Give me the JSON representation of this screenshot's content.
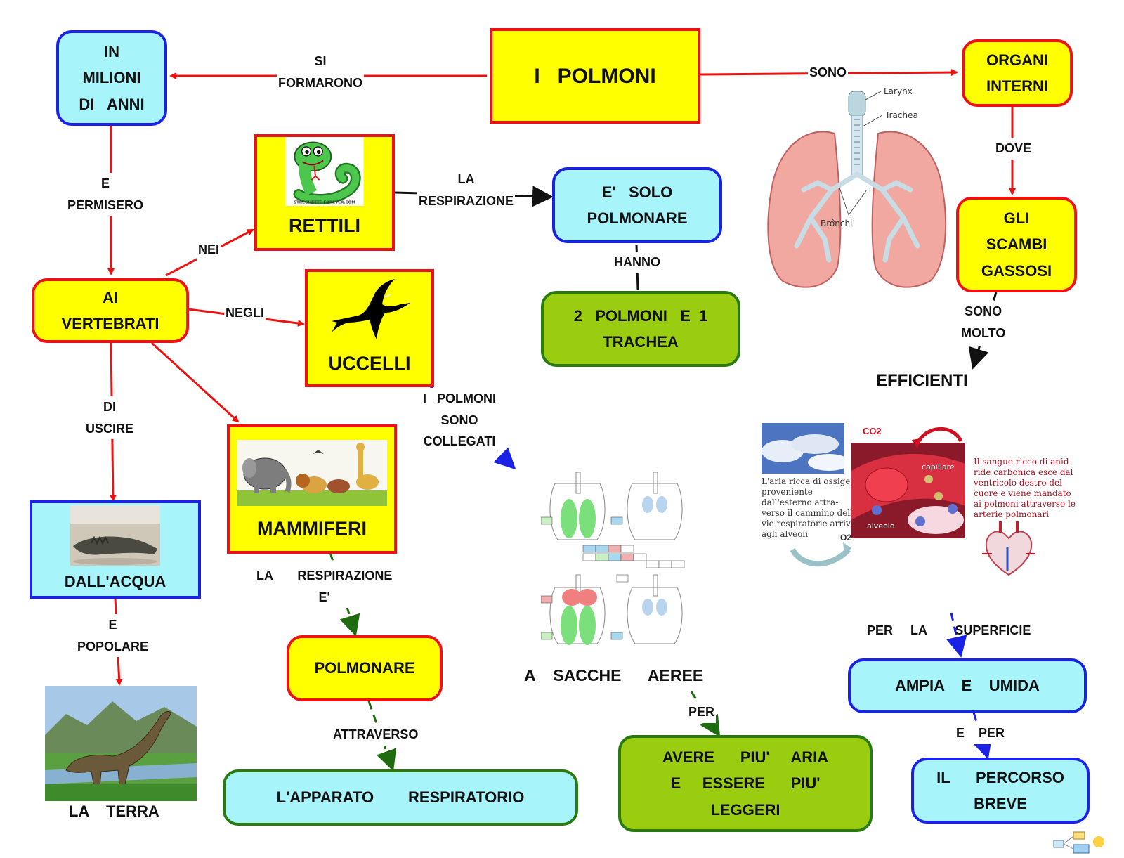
{
  "nodes": {
    "title": "I   POLMONI",
    "millions": "IN\nMILIONI\nDI   ANNI",
    "organs": "ORGANI\nINTERNI",
    "reptiles": "RETTILI",
    "pulmonary_only": "E'   SOLO\nPOLMONARE",
    "vertebrates": "AI\nVERTEBRATI",
    "birds": "UCCELLI",
    "two_lungs": "2   POLMONI   E  1\nTRACHEA",
    "gas_exchange": "GLI\nSCAMBI\nGASSOSI",
    "efficient": "EFFICIENTI",
    "mammals": "MAMMIFERI",
    "from_water": "DALL'ACQUA",
    "pulmonary": "POLMONARE",
    "air_sacs": "A    SACCHE      AEREE",
    "wide_moist": "AMPIA    E    UMIDA",
    "the_land": "LA    TERRA",
    "resp_system": "L'APPARATO        RESPIRATORIO",
    "more_air": "AVERE      PIU'     ARIA\nE     ESSERE      PIU'\nLEGGERI",
    "short_path": "IL      PERCORSO\nBREVE"
  },
  "links": {
    "si_formarono": "SI\nFORMARONO",
    "sono": "SONO",
    "dove": "DOVE",
    "e_permisero": "E\nPERMISERO",
    "la_respirazione": "LA\nRESPIRAZIONE",
    "nei": "NEI",
    "negli": "NEGLI",
    "hanno": "HANNO",
    "sono_molto": "SONO\nMOLTO",
    "di_uscire": "DI\nUSCIRE",
    "polmoni_collegati": "I   POLMONI\nSONO\nCOLLEGATI",
    "la_resp_e": "LA       RESPIRAZIONE\nE'",
    "e_popolare": "E\nPOPOLARE",
    "per_la_superficie": "PER     LA        SUPERFICIE",
    "attraverso": "ATTRAVERSO",
    "per": "PER",
    "e_per": "E    PER"
  },
  "illustrations": {
    "reptile_caption": "STREGHETTE FOREVER.COM",
    "lung_larynx": "Larynx",
    "lung_trachea": "Trachea",
    "lung_bronchi": "Bronchi",
    "gas_text_left": "L'aria ricca di ossigeno\nproveniente\ndall'esterno attra-\nverso il cammino delle\nvie respiratorie arriva\nagli alveoli",
    "gas_text_right": "Il sangue ricco di anid-\nride carbonica esce dal\nventricolo destro del\ncuore e viene mandato\nai polmoni attraverso le\narterie polmonari",
    "gas_co2": "CO2",
    "gas_o2": "O2",
    "gas_capillare": "capillare",
    "gas_alveolo": "alveolo"
  },
  "colors": {
    "yellow": "#ffff00",
    "cyan": "#a8f4fb",
    "green": "#9acd10",
    "red_border": "#ee1111",
    "blue_border": "#1a22e6",
    "green_border": "#2a7a10"
  }
}
